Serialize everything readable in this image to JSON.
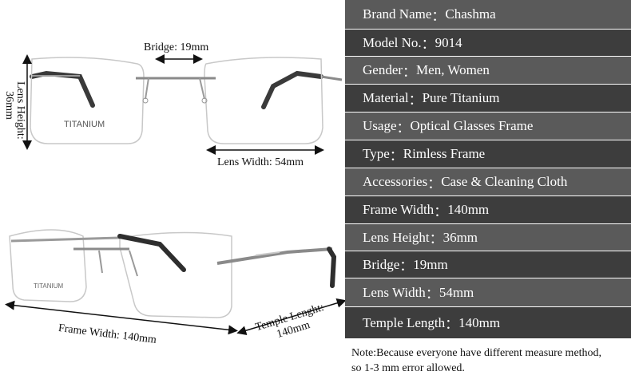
{
  "diagram_labels": {
    "bridge": "Bridge: 19mm",
    "lens_height_line1": "Lens Height:",
    "lens_height_line2": "36mm",
    "lens_width": "Lens Width: 54mm",
    "frame_width": "Frame Width:  140mm",
    "temple_line1": "Temple Lenght:",
    "temple_line2": "140mm",
    "titanium_front": "TITANIUM",
    "titanium_side": "TITANIUM"
  },
  "specs": [
    {
      "label": "Brand Name",
      "sep": "：",
      "value": "Chashma"
    },
    {
      "label": "Model No.",
      "sep": "：",
      "value": "9014"
    },
    {
      "label": "Gender",
      "sep": "：",
      "value": "Men, Women"
    },
    {
      "label": "Material",
      "sep": "：",
      "value": "Pure Titanium"
    },
    {
      "label": "Usage",
      "sep": "：",
      "value": "Optical Glasses Frame"
    },
    {
      "label": "Type",
      "sep": "：",
      "value": "Rimless Frame"
    },
    {
      "label": "Accessories",
      "sep": "：",
      "value": "Case & Cleaning Cloth"
    },
    {
      "label": "Frame Width",
      "sep": "：",
      "value": "140mm"
    },
    {
      "label": "Lens Height",
      "sep": "：",
      "value": "36mm"
    },
    {
      "label": "Bridge",
      "sep": "：",
      "value": "19mm"
    },
    {
      "label": "Lens Width",
      "sep": "：",
      "value": "54mm"
    },
    {
      "label": "Temple Length",
      "sep": "：",
      "value": "140mm"
    }
  ],
  "note": {
    "line1": "Note:Because everyone have different measure method,",
    "line2": "so 1-3 mm error allowed."
  },
  "colors": {
    "panel_dark": "#3d3d3d",
    "panel_light": "#5a5a5a",
    "temple_tip": "#3a3a3a"
  }
}
